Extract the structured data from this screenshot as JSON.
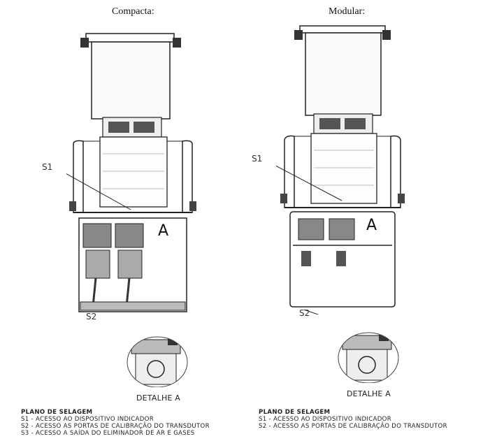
{
  "left": {
    "title": "Compacta:",
    "s1_label": "S1",
    "s2_label": "S2",
    "detail_letter": "A",
    "detail_caption": "DETALHE A",
    "legend": {
      "heading": "PLANO DE SELAGEM",
      "items": [
        "S1 - ACESSO AO DISPOSITIVO INDICADOR",
        "S2 - ACESSO AS PORTAS DE CALIBRAÇÃO DO TRANSDUTOR",
        "S3 - ACESSO A SAÍDA DO ELIMINADOR DE AR E GASES"
      ]
    }
  },
  "right": {
    "title": "Modular:",
    "s1_label": "S1",
    "s2_label": "S2",
    "detail_letter": "A",
    "detail_caption": "DETALHE A",
    "legend": {
      "heading": "PLANO DE SELAGEM",
      "items": [
        "S1 - ACESSO AO DISPOSITIVO INDICADOR",
        "S2 - ACESSO AS PORTAS DE CALIBRAÇÃO DO TRANSDUTOR"
      ]
    }
  }
}
